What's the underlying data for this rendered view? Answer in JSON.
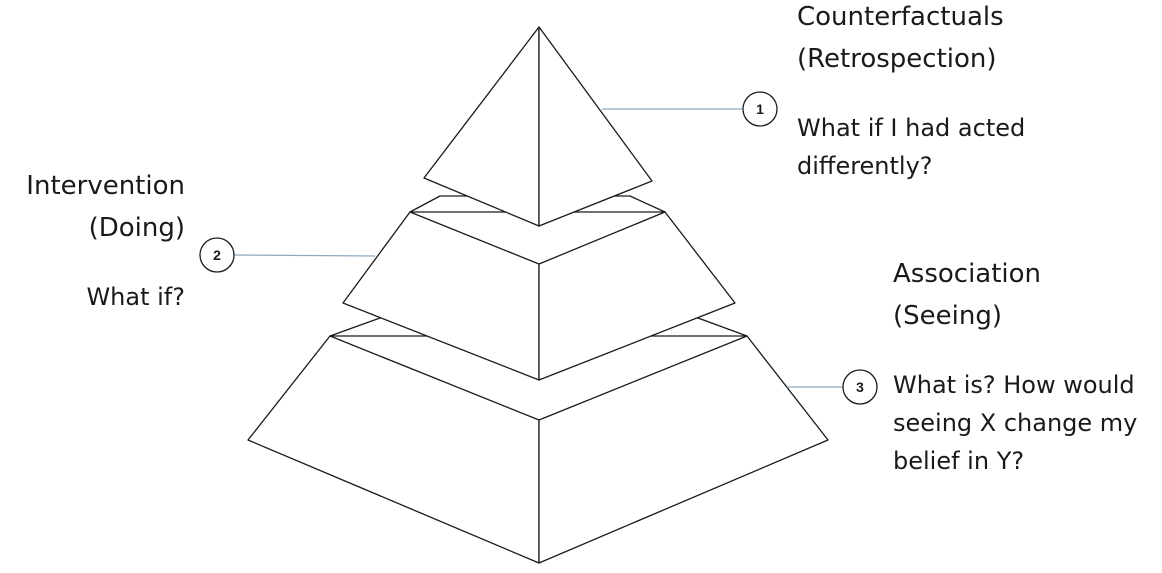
{
  "levels": [
    {
      "number": "1",
      "title_line1": "Counterfactuals",
      "title_line2": "(Retrospection)",
      "question_line1": "What if I had acted",
      "question_line2": "differently?"
    },
    {
      "number": "2",
      "title_line1": "Intervention",
      "title_line2": "(Doing)",
      "question_line1": "What if?"
    },
    {
      "number": "3",
      "title_line1": "Association",
      "title_line2": "(Seeing)",
      "question_line1": "What is? How would",
      "question_line2": "seeing X change my",
      "question_line3": "belief in Y?"
    }
  ],
  "colors": {
    "stroke": "#1a1a1a",
    "connector": "#8ea9c1",
    "fill": "#ffffff"
  }
}
